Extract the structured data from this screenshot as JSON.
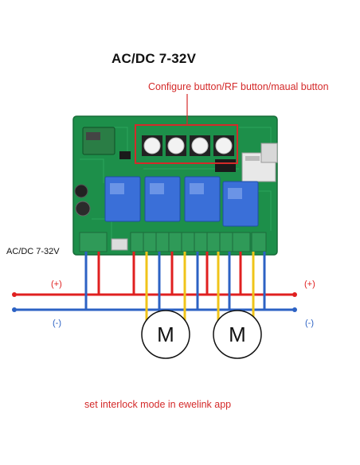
{
  "title": "AC/DC 7-32V",
  "callout": "Configure button/RF button/maual button",
  "side_label": "AC/DC 7-32V",
  "polarity": {
    "positive": "(+)",
    "negative": "(-)"
  },
  "motors": [
    {
      "symbol": "M"
    },
    {
      "symbol": "M"
    }
  ],
  "board": {
    "relay_count": 4,
    "button_count": 4
  },
  "colors": {
    "positive_wire": "#e02020",
    "negative_wire": "#2c62c4",
    "motor_wire": "#f0c419",
    "callout_box": "#d42a2a",
    "pcb": "#1d8f4a",
    "relay": "#3a6fd8",
    "terminal": "#2f9a58"
  },
  "footer": "set interlock mode in ewelink app"
}
